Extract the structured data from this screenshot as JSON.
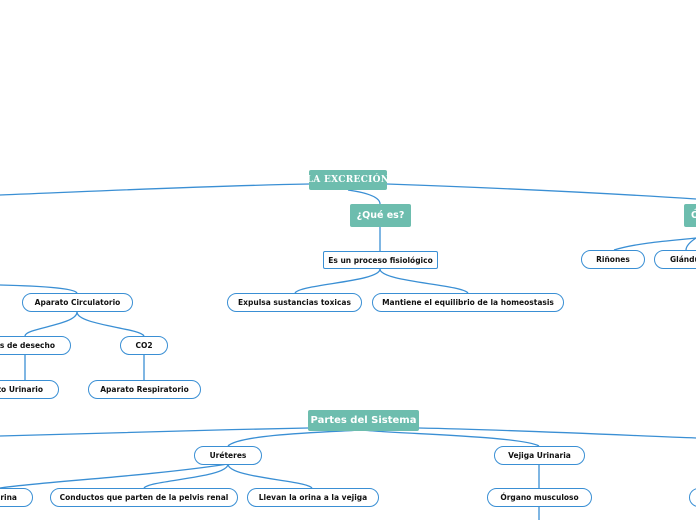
{
  "root": {
    "label": "LA EXCRECIÓN"
  },
  "que_es": {
    "label": "¿Qué es?",
    "definition": "Es un proceso fisiológico",
    "items": [
      "Expulsa sustancias toxicas",
      "Mantiene el equilibrio de la homeostasis"
    ]
  },
  "right_partial": {
    "label": "Ó",
    "items": [
      "Riñones",
      "Glándu"
    ]
  },
  "left_branch": {
    "circulatorio": "Aparato Circulatorio",
    "desecho": "as de desecho",
    "co2": "CO2",
    "urinario": "to Urinario",
    "respiratorio": "Aparato Respiratorio"
  },
  "partes": {
    "label": "Partes del Sistema",
    "ureteres": "Uréteres",
    "ureteres_items": [
      "orina",
      "Conductos que parten de la pelvis renal",
      "Llevan la orina a la vejiga"
    ],
    "vejiga": "Vejiga Urinaria",
    "vejiga_items": [
      "Órgano musculoso"
    ]
  },
  "colors": {
    "main": "#6dbdae",
    "line": "#3a8fd4",
    "text": "#111111"
  }
}
